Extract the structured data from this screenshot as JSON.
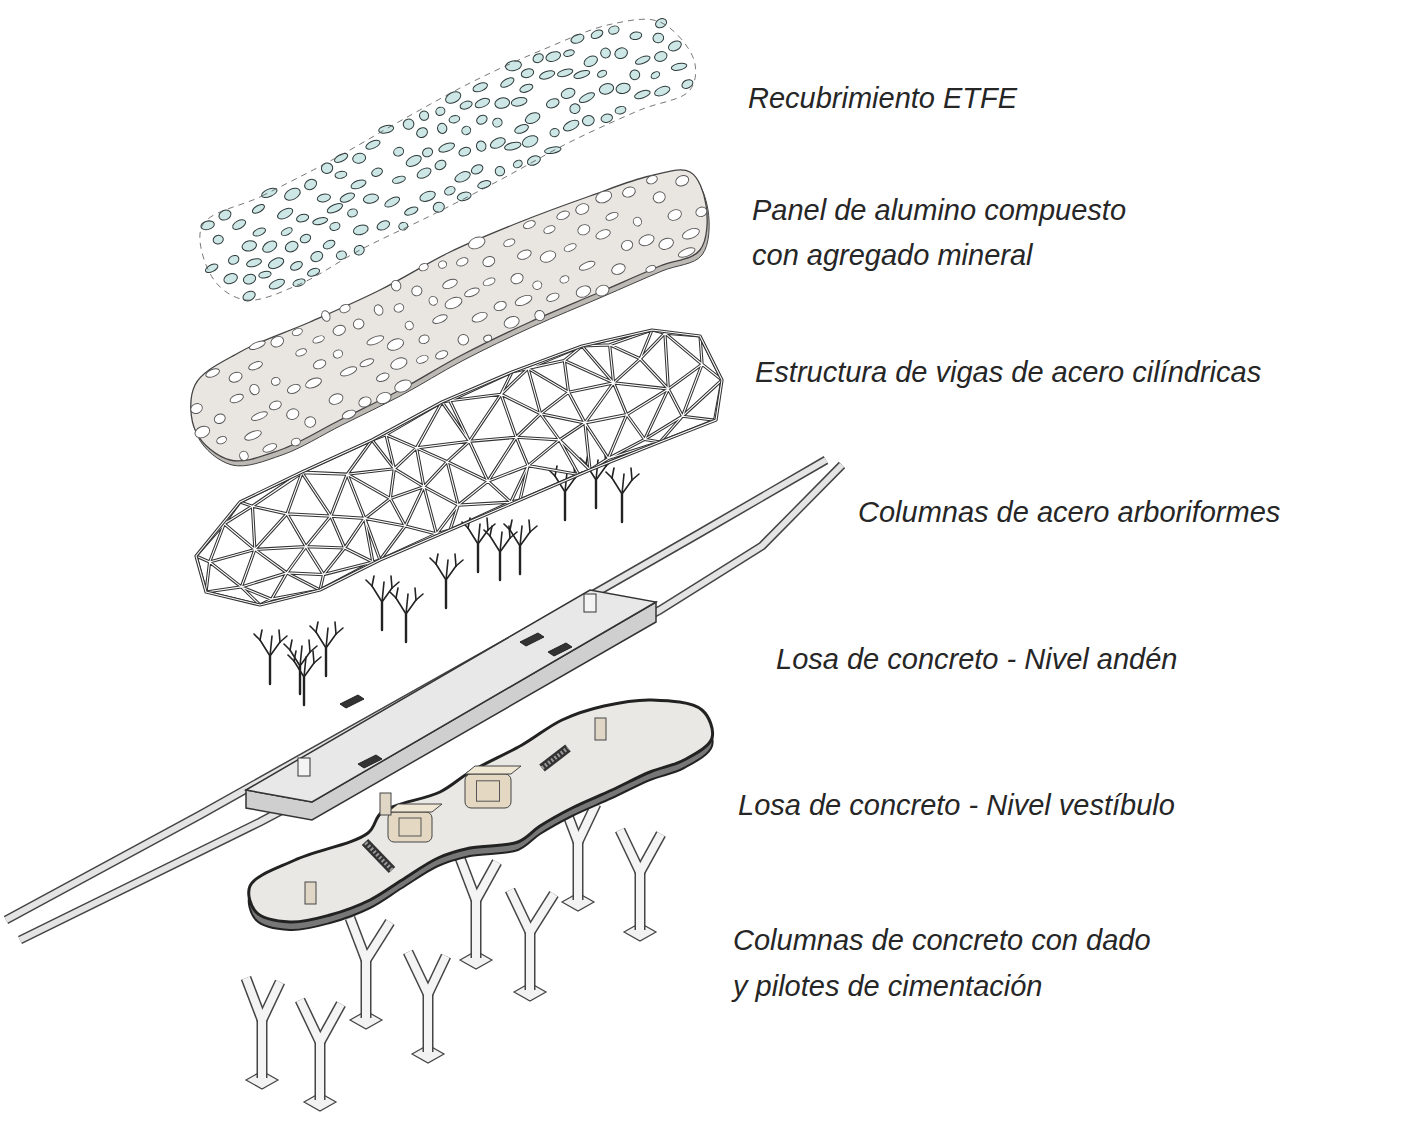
{
  "diagram": {
    "labels": [
      "Recubrimiento ETFE",
      "Panel de alumino compuesto con agregado mineral",
      "Estructura de vigas de acero cilíndricas",
      "Columnas de acero arboriformes",
      "Losa de concreto - Nivel andén",
      "Losa de concreto - Nivel vestíbulo",
      "Columnas de concreto con dado y pilotes de cimentación"
    ]
  }
}
